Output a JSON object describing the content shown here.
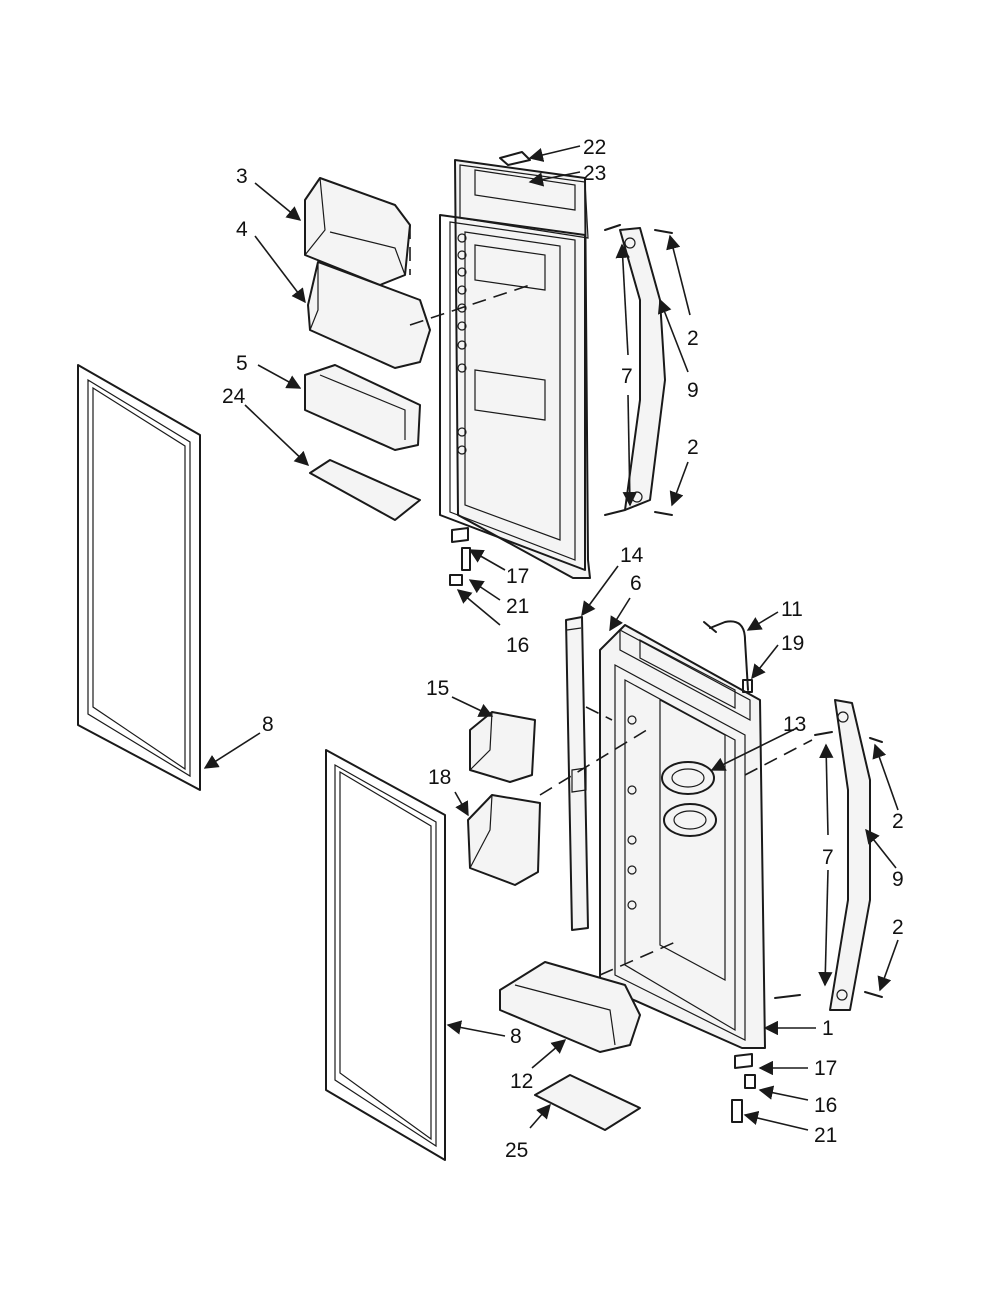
{
  "callouts": [
    {
      "id": "c22a",
      "text": "22"
    },
    {
      "id": "c23a",
      "text": "23"
    },
    {
      "id": "c3",
      "text": "3"
    },
    {
      "id": "c4",
      "text": "4"
    },
    {
      "id": "c5",
      "text": "5"
    },
    {
      "id": "c24",
      "text": "24"
    },
    {
      "id": "c2a",
      "text": "2"
    },
    {
      "id": "c7a",
      "text": "7"
    },
    {
      "id": "c9a",
      "text": "9"
    },
    {
      "id": "c2b",
      "text": "2"
    },
    {
      "id": "c17a",
      "text": "17"
    },
    {
      "id": "c21a",
      "text": "21"
    },
    {
      "id": "c16a",
      "text": "16"
    },
    {
      "id": "c14",
      "text": "14"
    },
    {
      "id": "c6",
      "text": "6"
    },
    {
      "id": "c11",
      "text": "11"
    },
    {
      "id": "c19",
      "text": "19"
    },
    {
      "id": "c15",
      "text": "15"
    },
    {
      "id": "c8a",
      "text": "8"
    },
    {
      "id": "c13",
      "text": "13"
    },
    {
      "id": "c18",
      "text": "18"
    },
    {
      "id": "c2c",
      "text": "2"
    },
    {
      "id": "c7b",
      "text": "7"
    },
    {
      "id": "c9b",
      "text": "9"
    },
    {
      "id": "c2d",
      "text": "2"
    },
    {
      "id": "c8b",
      "text": "8"
    },
    {
      "id": "c1",
      "text": "1"
    },
    {
      "id": "c12",
      "text": "12"
    },
    {
      "id": "c17b",
      "text": "17"
    },
    {
      "id": "c16b",
      "text": "16"
    },
    {
      "id": "c21b",
      "text": "21"
    },
    {
      "id": "c25",
      "text": "25"
    }
  ]
}
